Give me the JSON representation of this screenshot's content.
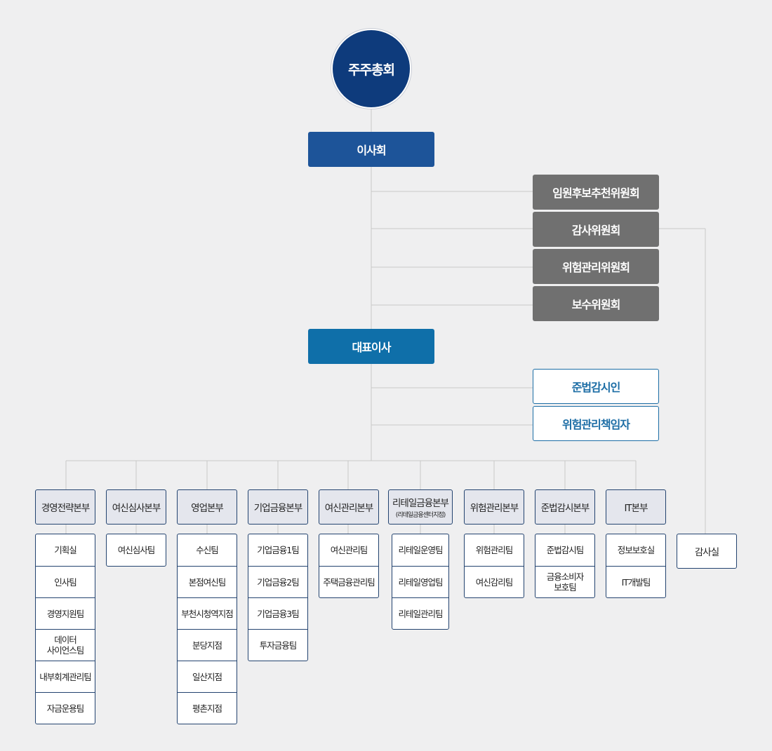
{
  "top": {
    "shareholders": "주주총회",
    "board": "이사회",
    "ceo": "대표이사"
  },
  "committees": [
    "임원후보추천위원회",
    "감사위원회",
    "위험관리위원회",
    "보수위원회"
  ],
  "officers": [
    "준법감시인",
    "위험관리책임자"
  ],
  "audit_room": "감사실",
  "divisions": [
    {
      "name": "경영전략본부",
      "sub": "",
      "teams": [
        "기획실",
        "인사팀",
        "경영지원팀",
        "데이터\n사이언스팀",
        "내부회계관리팀",
        "자금운용팀"
      ]
    },
    {
      "name": "여신심사본부",
      "sub": "",
      "teams": [
        "여신심사팀"
      ]
    },
    {
      "name": "영업본부",
      "sub": "",
      "teams": [
        "수신팀",
        "본점여신팀",
        "부천시청역지점",
        "분당지점",
        "일산지점",
        "평촌지점"
      ]
    },
    {
      "name": "기업금융본부",
      "sub": "",
      "teams": [
        "기업금융1팀",
        "기업금융2팀",
        "기업금융3팀",
        "투자금융팀"
      ]
    },
    {
      "name": "여신관리본부",
      "sub": "",
      "teams": [
        "여신관리팀",
        "주택금융관리팀"
      ]
    },
    {
      "name": "리테일금융본부",
      "sub": "(리테일금융센터지점)",
      "teams": [
        "리테일운영팀",
        "리테일영업팀",
        "리테일관리팀"
      ]
    },
    {
      "name": "위험관리본부",
      "sub": "",
      "teams": [
        "위험관리팀",
        "여신감리팀"
      ]
    },
    {
      "name": "준법감시본부",
      "sub": "",
      "teams": [
        "준법감시팀",
        "금융소비자\n보호팀"
      ]
    },
    {
      "name": "IT본부",
      "sub": "",
      "teams": [
        "정보보호실",
        "IT개발팀"
      ]
    }
  ],
  "colors": {
    "shareholders": "#0e3b7c",
    "board": "#1d5499",
    "ceo": "#0f6fa9",
    "committee": "#707070",
    "officer_text": "#1c6da5",
    "division_fill": "#e4e6ed",
    "line": "#c8c8c8",
    "background": "#efeff0"
  }
}
